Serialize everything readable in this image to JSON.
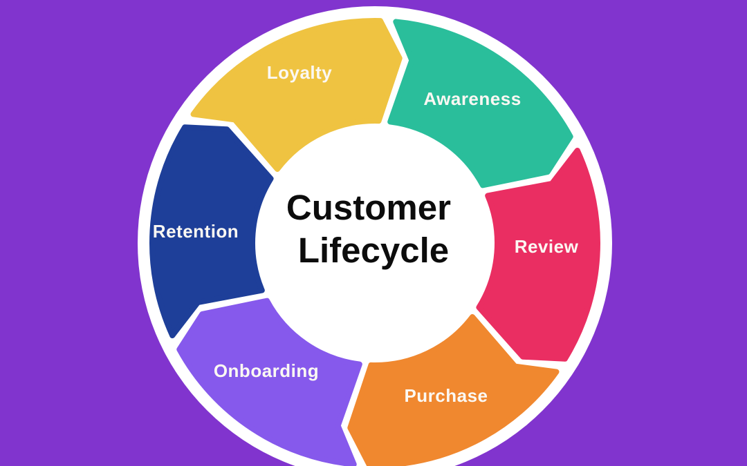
{
  "title": {
    "line1": "Customer",
    "line2": "Lifecycle"
  },
  "background_color": "#8134CE",
  "wheel": {
    "ring_color": "#FFFFFF",
    "title_color": "#0C0C0C",
    "label_color": "#FBF8F3"
  },
  "segments": [
    {
      "label": "Awareness",
      "color": "#2ABE9B"
    },
    {
      "label": "Review",
      "color": "#EA2E62"
    },
    {
      "label": "Purchase",
      "color": "#F0882F"
    },
    {
      "label": "Onboarding",
      "color": "#8659EC"
    },
    {
      "label": "Retention",
      "color": "#1E3F99"
    },
    {
      "label": "Loyalty",
      "color": "#EFC341"
    }
  ]
}
